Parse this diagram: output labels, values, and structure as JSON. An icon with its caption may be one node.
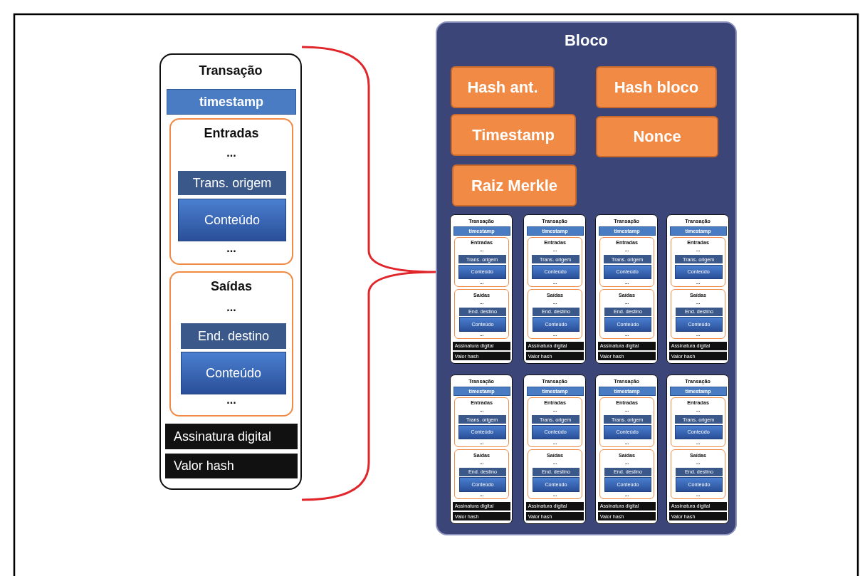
{
  "diagram": {
    "nodes": [
      {
        "text": [
          "Transação"
        ]
      },
      {
        "text": [
          "timestamp"
        ],
        "in": 0
      },
      {
        "text": [
          "Entradas",
          "...",
          "..."
        ],
        "in": 0
      },
      {
        "text": [
          "Trans. origem"
        ],
        "in": 2
      },
      {
        "text": [
          "Conteúdo"
        ],
        "in": 2
      },
      {
        "text": [
          "Saídas",
          "...",
          "..."
        ],
        "in": 0
      },
      {
        "text": [
          "End. destino"
        ],
        "in": 5
      },
      {
        "text": [
          "Conteúdo"
        ],
        "in": 5
      },
      {
        "text": [
          "Assinatura digital"
        ],
        "in": 0
      },
      {
        "text": [
          "Valor hash"
        ],
        "in": 0
      },
      {
        "text": [
          "Bloco"
        ]
      },
      {
        "text": [
          "Hash ant."
        ],
        "in": 10
      },
      {
        "text": [
          "Hash bloco"
        ],
        "in": 10
      },
      {
        "text": [
          "Timestamp"
        ],
        "in": 10
      },
      {
        "text": [
          "Nonce"
        ],
        "in": 10
      },
      {
        "text": [
          "Raiz Merkle"
        ],
        "in": 10
      },
      {
        "text": [
          "Transação"
        ],
        "in": 10
      },
      {
        "text": [
          "timestamp"
        ],
        "in": 16
      },
      {
        "text": [
          "Entradas",
          "...",
          "..."
        ],
        "in": 16
      },
      {
        "text": [
          "Trans. origem"
        ],
        "in": 18
      },
      {
        "text": [
          "Conteúdo"
        ],
        "in": 18
      },
      {
        "text": [
          "Saídas",
          "...",
          "..."
        ],
        "in": 16
      },
      {
        "text": [
          "End. destino"
        ],
        "in": 21
      },
      {
        "text": [
          "Conteúdo"
        ],
        "in": 21
      },
      {
        "text": [
          "Assinatura digital"
        ],
        "in": 16
      },
      {
        "text": [
          "Valor hash"
        ],
        "in": 16
      },
      {
        "text": [
          "Transação"
        ],
        "in": 10
      },
      {
        "text": [
          "timestamp"
        ],
        "in": 26
      },
      {
        "text": [
          "Entradas",
          "...",
          "..."
        ],
        "in": 26
      },
      {
        "text": [
          "Trans. origem"
        ],
        "in": 28
      },
      {
        "text": [
          "Conteúdo"
        ],
        "in": 28
      },
      {
        "text": [
          "Saídas",
          "...",
          "..."
        ],
        "in": 26
      },
      {
        "text": [
          "End. destino"
        ],
        "in": 31
      },
      {
        "text": [
          "Conteúdo"
        ],
        "in": 31
      },
      {
        "text": [
          "Assinatura digital"
        ],
        "in": 26
      },
      {
        "text": [
          "Valor hash"
        ],
        "in": 26
      },
      {
        "text": [
          "Transação"
        ],
        "in": 10
      },
      {
        "text": [
          "timestamp"
        ],
        "in": 36
      },
      {
        "text": [
          "Entradas",
          "...",
          "..."
        ],
        "in": 36
      },
      {
        "text": [
          "Trans. origem"
        ],
        "in": 38
      },
      {
        "text": [
          "Conteúdo"
        ],
        "in": 38
      },
      {
        "text": [
          "Saídas",
          "...",
          "..."
        ],
        "in": 36
      },
      {
        "text": [
          "End. destino"
        ],
        "in": 41
      },
      {
        "text": [
          "Conteúdo"
        ],
        "in": 41
      },
      {
        "text": [
          "Assinatura digital"
        ],
        "in": 36
      },
      {
        "text": [
          "Valor hash"
        ],
        "in": 36
      },
      {
        "text": [
          "Transação"
        ],
        "in": 10
      },
      {
        "text": [
          "timestamp"
        ],
        "in": 46
      },
      {
        "text": [
          "Entradas",
          "...",
          "..."
        ],
        "in": 46
      },
      {
        "text": [
          "Trans. origem"
        ],
        "in": 48
      },
      {
        "text": [
          "Conteúdo"
        ],
        "in": 48
      },
      {
        "text": [
          "Saídas",
          "...",
          "..."
        ],
        "in": 46
      },
      {
        "text": [
          "End. destino"
        ],
        "in": 51
      },
      {
        "text": [
          "Conteúdo"
        ],
        "in": 51
      },
      {
        "text": [
          "Assinatura digital"
        ],
        "in": 46
      },
      {
        "text": [
          "Valor hash"
        ],
        "in": 46
      },
      {
        "text": [
          "Transação"
        ],
        "in": 10
      },
      {
        "text": [
          "timestamp"
        ],
        "in": 56
      },
      {
        "text": [
          "Entradas",
          "...",
          "..."
        ],
        "in": 56
      },
      {
        "text": [
          "Trans. origem"
        ],
        "in": 58
      },
      {
        "text": [
          "Conteúdo"
        ],
        "in": 58
      },
      {
        "text": [
          "Saídas",
          "...",
          "..."
        ],
        "in": 56
      },
      {
        "text": [
          "End. destino"
        ],
        "in": 61
      },
      {
        "text": [
          "Conteúdo"
        ],
        "in": 61
      },
      {
        "text": [
          "Assinatura digital"
        ],
        "in": 56
      },
      {
        "text": [
          "Valor hash"
        ],
        "in": 56
      },
      {
        "text": [
          "Transação"
        ],
        "in": 10
      },
      {
        "text": [
          "timestamp"
        ],
        "in": 66
      },
      {
        "text": [
          "Entradas",
          "...",
          "..."
        ],
        "in": 66
      },
      {
        "text": [
          "Trans. origem"
        ],
        "in": 68
      },
      {
        "text": [
          "Conteúdo"
        ],
        "in": 68
      },
      {
        "text": [
          "Saídas",
          "...",
          "..."
        ],
        "in": 66
      },
      {
        "text": [
          "End. destino"
        ],
        "in": 71
      },
      {
        "text": [
          "Conteúdo"
        ],
        "in": 71
      },
      {
        "text": [
          "Assinatura digital"
        ],
        "in": 66
      },
      {
        "text": [
          "Valor hash"
        ],
        "in": 66
      },
      {
        "text": [
          "Transação"
        ],
        "in": 10
      },
      {
        "text": [
          "timestamp"
        ],
        "in": 76
      },
      {
        "text": [
          "Entradas",
          "...",
          "..."
        ],
        "in": 76
      },
      {
        "text": [
          "Trans. origem"
        ],
        "in": 78
      },
      {
        "text": [
          "Conteúdo"
        ],
        "in": 78
      },
      {
        "text": [
          "Saídas",
          "...",
          "..."
        ],
        "in": 76
      },
      {
        "text": [
          "End. destino"
        ],
        "in": 81
      },
      {
        "text": [
          "Conteúdo"
        ],
        "in": 81
      },
      {
        "text": [
          "Assinatura digital"
        ],
        "in": 76
      },
      {
        "text": [
          "Valor hash"
        ],
        "in": 76
      },
      {
        "text": [
          "Transação"
        ],
        "in": 10
      },
      {
        "text": [
          "timestamp"
        ],
        "in": 86
      },
      {
        "text": [
          "Entradas",
          "...",
          "..."
        ],
        "in": 86
      },
      {
        "text": [
          "Trans. origem"
        ],
        "in": 88
      },
      {
        "text": [
          "Conteúdo"
        ],
        "in": 88
      },
      {
        "text": [
          "Saídas",
          "...",
          "..."
        ],
        "in": 86
      },
      {
        "text": [
          "End. destino"
        ],
        "in": 91
      },
      {
        "text": [
          "Conteúdo"
        ],
        "in": 91
      },
      {
        "text": [
          "Assinatura digital"
        ],
        "in": 86
      },
      {
        "text": [
          "Valor hash"
        ],
        "in": 86
      }
    ]
  }
}
